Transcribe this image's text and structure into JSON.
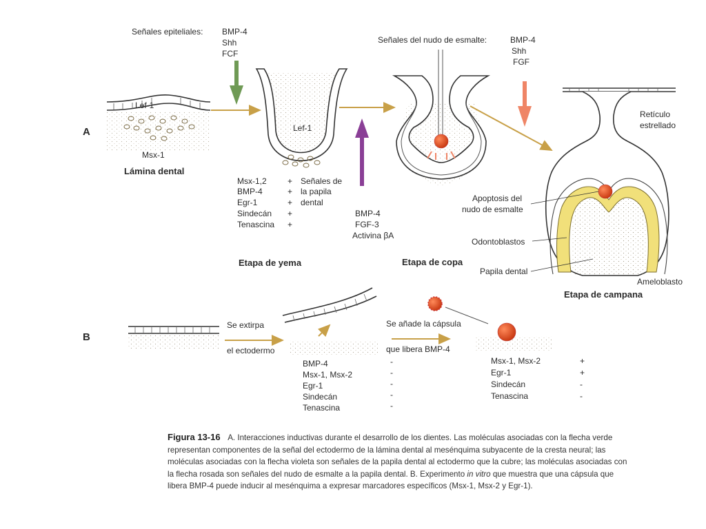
{
  "panels": {
    "a": "A",
    "b": "B"
  },
  "epithelial": {
    "title": "Señales epiteliales:",
    "molecules": [
      "BMP-4",
      "Shh",
      "FCF"
    ]
  },
  "enamel_knot": {
    "title": "Señales del nudo de esmalte:",
    "molecules": [
      "BMP-4",
      "Shh",
      "FGF"
    ]
  },
  "lamina": {
    "lef": "Lef-1",
    "msx": "Msx-1",
    "title": "Lámina dental"
  },
  "bud": {
    "lef": "Lef-1",
    "markers": [
      "Msx-1,2",
      "BMP-4",
      "Egr-1",
      "Sindecán",
      "Tenascina"
    ],
    "signs": [
      "+",
      "+",
      "+",
      "+",
      "+"
    ],
    "papilla_label": [
      "Señales de",
      "la papila",
      "dental"
    ],
    "title": "Etapa de yema"
  },
  "papilla_signals": [
    "BMP-4",
    "FGF-3",
    "Activina βA"
  ],
  "cap": {
    "title": "Etapa de copa"
  },
  "bell": {
    "title": "Etapa de campana",
    "labels": {
      "reticulo": [
        "Retículo",
        "estrellado"
      ],
      "apoptosis": [
        "Apoptosis del",
        "nudo de esmalte"
      ],
      "odonto": "Odontoblastos",
      "papila": "Papila dental",
      "amelo": "Ameloblasto"
    }
  },
  "experiment": {
    "step1": [
      "Se extirpa",
      "el ectodermo"
    ],
    "step2": [
      "Se añade la cápsula",
      "que libera BMP-4"
    ],
    "left_markers": [
      "BMP-4",
      "Msx-1, Msx-2",
      "Egr-1",
      "Sindecán",
      "Tenascina"
    ],
    "left_signs": [
      "-",
      "-",
      "-",
      "-",
      "-"
    ],
    "right_markers": [
      "Msx-1, Msx-2",
      "Egr-1",
      "Sindecán",
      "Tenascina"
    ],
    "right_signs": [
      "+",
      "+",
      "-",
      "-"
    ]
  },
  "caption": {
    "figure": "Figura 13-16",
    "text_a": "A. Interacciones inductivas durante el desarrollo de los dientes. Las moléculas asociadas con la flecha verde representan componentes de la señal del ectodermo de la lámina dental al mesénquima subyacente de la cresta neural; las moléculas asociadas con la flecha violeta son señales de la papila dental al ectodermo que la cubre; las moléculas asociadas con la flecha rosada son señales del nudo de esmalte a la papila dental. B. Experimento",
    "italic": "in vitro",
    "text_b": "que muestra que una cápsula que libera BMP-4 puede inducir al mesénquima a expresar marcadores específicos (Msx-1, Msx-2 y Egr-1)."
  },
  "colors": {
    "green_arrow": "#6f9a55",
    "purple_arrow": "#8a3f96",
    "pink_arrow": "#ef8566",
    "flow_arrow": "#c8a048",
    "enamel_knot": "#d8451e",
    "epithelium_yellow": "#f1e07a"
  }
}
